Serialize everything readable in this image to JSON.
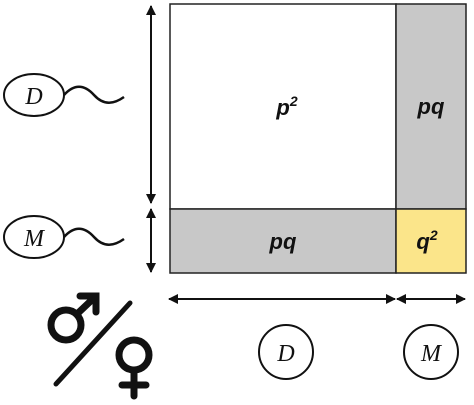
{
  "diagram": {
    "cells": {
      "top_left": "p",
      "top_left_exp": "2",
      "top_right": "pq",
      "bottom_left": "pq",
      "bottom_right": "q",
      "bottom_right_exp": "2"
    },
    "alleles": {
      "dominant": "D",
      "recessive": "M"
    },
    "colors": {
      "grey": "#c8c8c8",
      "yellow": "#fbe58a",
      "stroke": "#222222"
    },
    "icons": [
      "sperm-icon",
      "male-symbol-icon",
      "female-symbol-icon",
      "double-arrow-icon"
    ]
  }
}
